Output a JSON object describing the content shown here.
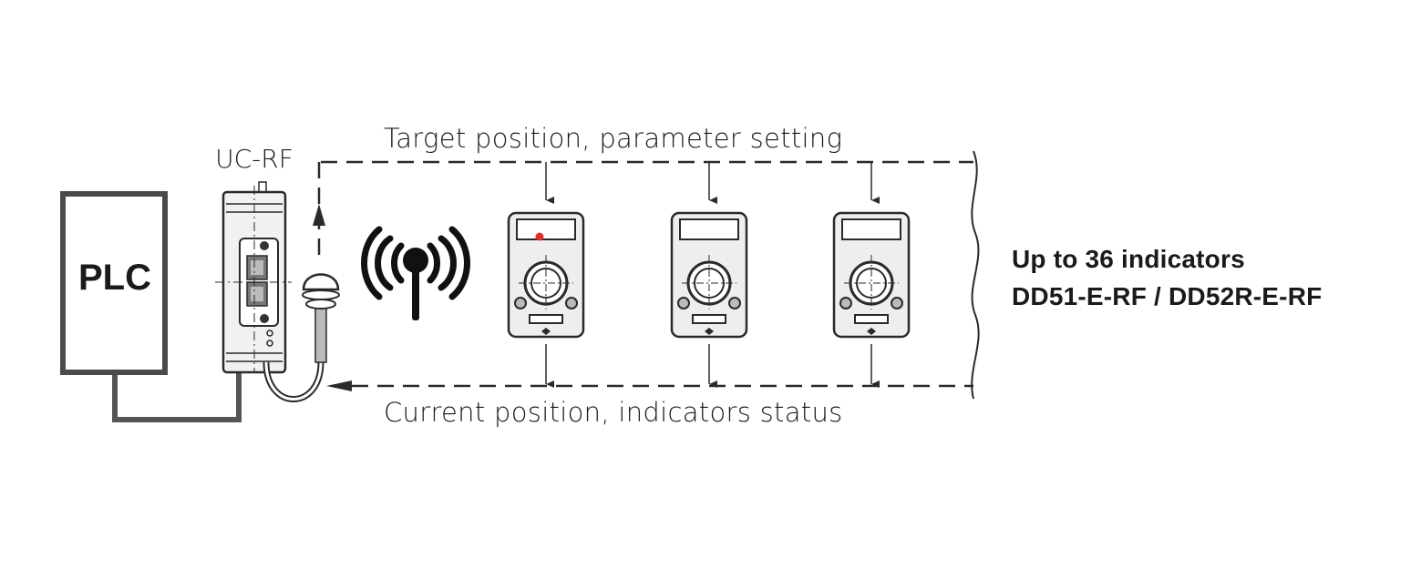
{
  "labels": {
    "plc": "PLC",
    "controller": "UC-RF",
    "downlink": "Target position, parameter setting",
    "uplink": "Current position, indicators status",
    "capacity_line1": "Up to 36 indicators",
    "capacity_line2": "DD51-E-RF / DD52R-E-RF"
  },
  "indicator_count_shown": 3,
  "colors": {
    "line": "#2a2a2a",
    "device_fill": "#eeeeee",
    "status_led": "#e03030",
    "background": "#ffffff"
  },
  "icons": [
    "wireless-antenna-icon",
    "antenna-dome-icon",
    "red-led-icon"
  ]
}
